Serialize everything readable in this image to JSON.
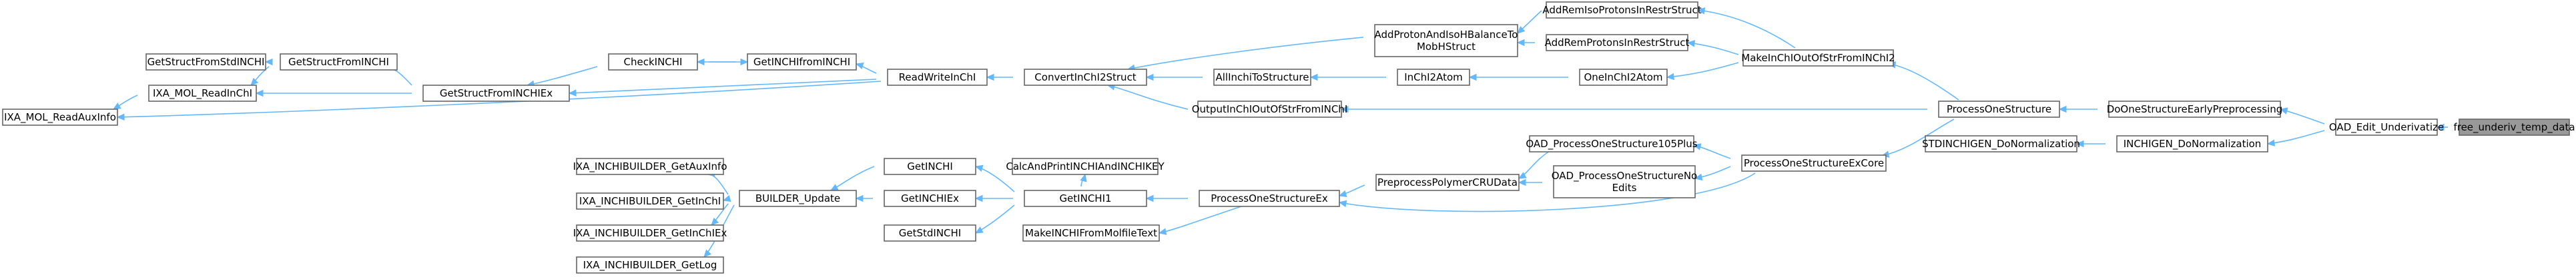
{
  "diagram": {
    "type": "call-graph",
    "colors": {
      "edge": "#63b8ff",
      "node_border": "#666666",
      "root_fill": "#999999",
      "node_fill": "#ffffff"
    },
    "nodes": [
      {
        "id": "free_underiv_temp_data",
        "lines": [
          "free_underiv_temp_data"
        ],
        "root": true
      },
      {
        "id": "OAD_Edit_Underivatize",
        "lines": [
          "OAD_Edit_Underivatize"
        ]
      },
      {
        "id": "DoOneStructureEarlyPreprocessing",
        "lines": [
          "DoOneStructureEarlyPreprocessing"
        ]
      },
      {
        "id": "INCHIGEN_DoNormalization",
        "lines": [
          "INCHIGEN_DoNormalization"
        ]
      },
      {
        "id": "STDINCHIGEN_DoNormalization",
        "lines": [
          "STDINCHIGEN_DoNormalization"
        ]
      },
      {
        "id": "ProcessOneStructure",
        "lines": [
          "ProcessOneStructure"
        ]
      },
      {
        "id": "ProcessOneStructureExCore",
        "lines": [
          "ProcessOneStructureExCore"
        ]
      },
      {
        "id": "MakeInChIOutOfStrFromINChI2",
        "lines": [
          "MakeInChIOutOfStrFromINChI2"
        ]
      },
      {
        "id": "OutputInChIOutOfStrFromINChI",
        "lines": [
          "OutputInChIOutOfStrFromINChI"
        ]
      },
      {
        "id": "OAD_ProcessOneStructure105Plus",
        "lines": [
          "OAD_ProcessOneStructure105Plus"
        ]
      },
      {
        "id": "OAD_ProcessOneStructureNoEdits",
        "lines": [
          "OAD_ProcessOneStructureNo",
          "Edits"
        ]
      },
      {
        "id": "ProcessOneStructureEx",
        "lines": [
          "ProcessOneStructureEx"
        ]
      },
      {
        "id": "AddRemIsoProtonsInRestrStruct",
        "lines": [
          "AddRemIsoProtonsInRestrStruct"
        ]
      },
      {
        "id": "AddRemProtonsInRestrStruct",
        "lines": [
          "AddRemProtonsInRestrStruct"
        ]
      },
      {
        "id": "OneInChI2Atom",
        "lines": [
          "OneInChI2Atom"
        ]
      },
      {
        "id": "AddProtonAndIsoHBalanceToMobHStruct",
        "lines": [
          "AddProtonAndIsoHBalanceTo",
          "MobHStruct"
        ]
      },
      {
        "id": "InChI2Atom",
        "lines": [
          "InChI2Atom"
        ]
      },
      {
        "id": "PreprocessPolymerCRUData",
        "lines": [
          "PreprocessPolymerCRUData"
        ]
      },
      {
        "id": "ConvertInChI2Struct",
        "lines": [
          "ConvertInChI2Struct"
        ]
      },
      {
        "id": "AllInchiToStructure",
        "lines": [
          "AllInchiToStructure"
        ]
      },
      {
        "id": "GetINCHI1",
        "lines": [
          "GetINCHI1"
        ]
      },
      {
        "id": "ReadWriteInChI",
        "lines": [
          "ReadWriteInChI"
        ]
      },
      {
        "id": "CalcAndPrintINCHIAndINCHIKEY",
        "lines": [
          "CalcAndPrintINCHIAndINCHIKEY"
        ]
      },
      {
        "id": "MakeINCHIFromMolfileText",
        "lines": [
          "MakeINCHIFromMolfileText"
        ]
      },
      {
        "id": "GetINCHI",
        "lines": [
          "GetINCHI"
        ]
      },
      {
        "id": "GetINCHIEx",
        "lines": [
          "GetINCHIEx"
        ]
      },
      {
        "id": "GetStdINCHI",
        "lines": [
          "GetStdINCHI"
        ]
      },
      {
        "id": "GetINCHIfromINCHI",
        "lines": [
          "GetINCHIfromINCHI"
        ]
      },
      {
        "id": "GetStructFromINCHIEx",
        "lines": [
          "GetStructFromINCHIEx"
        ]
      },
      {
        "id": "BUILDER_Update",
        "lines": [
          "BUILDER_Update"
        ]
      },
      {
        "id": "CheckINCHI",
        "lines": [
          "CheckINCHI"
        ]
      },
      {
        "id": "IXA_INCHIBUILDER_GetAuxInfo",
        "lines": [
          "IXA_INCHIBUILDER_GetAuxInfo"
        ]
      },
      {
        "id": "IXA_INCHIBUILDER_GetInChI",
        "lines": [
          "IXA_INCHIBUILDER_GetInChI"
        ]
      },
      {
        "id": "IXA_INCHIBUILDER_GetInChIEx",
        "lines": [
          "IXA_INCHIBUILDER_GetInChIEx"
        ]
      },
      {
        "id": "IXA_INCHIBUILDER_GetLog",
        "lines": [
          "IXA_INCHIBUILDER_GetLog"
        ]
      },
      {
        "id": "GetStructFromINCHI",
        "lines": [
          "GetStructFromINCHI"
        ]
      },
      {
        "id": "IXA_MOL_ReadInChI",
        "lines": [
          "IXA_MOL_ReadInChI"
        ]
      },
      {
        "id": "GetStructFromStdINCHI",
        "lines": [
          "GetStructFromStdINCHI"
        ]
      },
      {
        "id": "IXA_MOL_ReadAuxInfo",
        "lines": [
          "IXA_MOL_ReadAuxInfo"
        ]
      }
    ],
    "edges": [
      {
        "from": "OAD_Edit_Underivatize",
        "to": "free_underiv_temp_data"
      },
      {
        "from": "DoOneStructureEarlyPreprocessing",
        "to": "OAD_Edit_Underivatize"
      },
      {
        "from": "INCHIGEN_DoNormalization",
        "to": "OAD_Edit_Underivatize"
      },
      {
        "from": "STDINCHIGEN_DoNormalization",
        "to": "INCHIGEN_DoNormalization"
      },
      {
        "from": "ProcessOneStructure",
        "to": "DoOneStructureEarlyPreprocessing"
      },
      {
        "from": "ProcessOneStructureExCore",
        "to": "ProcessOneStructure"
      },
      {
        "from": "MakeInChIOutOfStrFromINChI2",
        "to": "ProcessOneStructure"
      },
      {
        "from": "OutputInChIOutOfStrFromINChI",
        "to": "ProcessOneStructure"
      },
      {
        "from": "OAD_ProcessOneStructure105Plus",
        "to": "ProcessOneStructureExCore"
      },
      {
        "from": "OAD_ProcessOneStructureNoEdits",
        "to": "ProcessOneStructureExCore"
      },
      {
        "from": "ProcessOneStructureEx",
        "to": "ProcessOneStructureExCore"
      },
      {
        "from": "AddRemIsoProtonsInRestrStruct",
        "to": "MakeInChIOutOfStrFromINChI2"
      },
      {
        "from": "AddRemProtonsInRestrStruct",
        "to": "MakeInChIOutOfStrFromINChI2"
      },
      {
        "from": "OneInChI2Atom",
        "to": "MakeInChIOutOfStrFromINChI2"
      },
      {
        "from": "AddProtonAndIsoHBalanceToMobHStruct",
        "to": "AddRemIsoProtonsInRestrStruct"
      },
      {
        "from": "AddProtonAndIsoHBalanceToMobHStruct",
        "to": "AddRemProtonsInRestrStruct"
      },
      {
        "from": "InChI2Atom",
        "to": "OneInChI2Atom"
      },
      {
        "from": "PreprocessPolymerCRUData",
        "to": "OAD_ProcessOneStructure105Plus"
      },
      {
        "from": "PreprocessPolymerCRUData",
        "to": "OAD_ProcessOneStructureNoEdits"
      },
      {
        "from": "ProcessOneStructureEx",
        "to": "PreprocessPolymerCRUData"
      },
      {
        "from": "ConvertInChI2Struct",
        "to": "AddProtonAndIsoHBalanceToMobHStruct"
      },
      {
        "from": "ConvertInChI2Struct",
        "to": "OutputInChIOutOfStrFromINChI"
      },
      {
        "from": "AllInchiToStructure",
        "to": "InChI2Atom"
      },
      {
        "from": "ConvertInChI2Struct",
        "to": "AllInchiToStructure"
      },
      {
        "from": "GetINCHI1",
        "to": "ProcessOneStructureEx"
      },
      {
        "from": "MakeINCHIFromMolfileText",
        "to": "ProcessOneStructureEx"
      },
      {
        "from": "ReadWriteInChI",
        "to": "ConvertInChI2Struct"
      },
      {
        "from": "CalcAndPrintINCHIAndINCHIKEY",
        "to": "GetINCHI1"
      },
      {
        "from": "GetINCHI",
        "to": "GetINCHI1"
      },
      {
        "from": "GetINCHIEx",
        "to": "GetINCHI1"
      },
      {
        "from": "GetStdINCHI",
        "to": "GetINCHI1"
      },
      {
        "from": "GetINCHIfromINCHI",
        "to": "ReadWriteInChI"
      },
      {
        "from": "GetStructFromINCHIEx",
        "to": "ReadWriteInChI"
      },
      {
        "from": "IXA_MOL_ReadAuxInfo",
        "to": "ReadWriteInChI"
      },
      {
        "from": "BUILDER_Update",
        "to": "GetINCHI"
      },
      {
        "from": "BUILDER_Update",
        "to": "GetINCHIEx"
      },
      {
        "from": "CheckINCHI",
        "to": "GetINCHIfromINCHI"
      },
      {
        "from": "GetINCHIfromINCHI",
        "to": "CheckINCHI"
      },
      {
        "from": "GetStructFromINCHIEx",
        "to": "CheckINCHI"
      },
      {
        "from": "GetStructFromINCHI",
        "to": "GetStructFromINCHIEx"
      },
      {
        "from": "IXA_MOL_ReadInChI",
        "to": "GetStructFromINCHIEx"
      },
      {
        "from": "IXA_INCHIBUILDER_GetAuxInfo",
        "to": "BUILDER_Update"
      },
      {
        "from": "IXA_INCHIBUILDER_GetInChI",
        "to": "BUILDER_Update"
      },
      {
        "from": "IXA_INCHIBUILDER_GetInChIEx",
        "to": "BUILDER_Update"
      },
      {
        "from": "IXA_INCHIBUILDER_GetLog",
        "to": "BUILDER_Update"
      },
      {
        "from": "GetStructFromStdINCHI",
        "to": "GetStructFromINCHI"
      },
      {
        "from": "IXA_MOL_ReadInChI",
        "to": "GetStructFromINCHI"
      },
      {
        "from": "IXA_MOL_ReadAuxInfo",
        "to": "IXA_MOL_ReadInChI"
      }
    ]
  }
}
